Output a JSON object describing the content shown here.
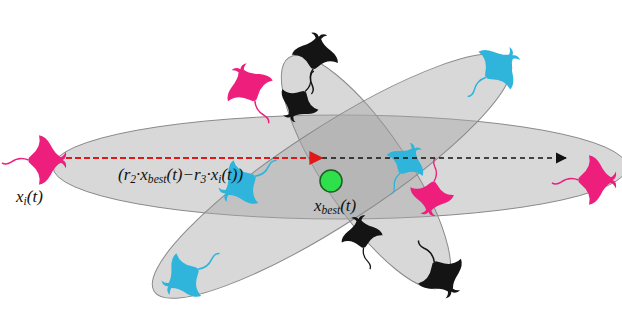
{
  "diagram": {
    "labels": [
      "xi(t)",
      "(r2·xbest(t)−r3·xi(t))",
      "xbest(t)"
    ]
  }
}
